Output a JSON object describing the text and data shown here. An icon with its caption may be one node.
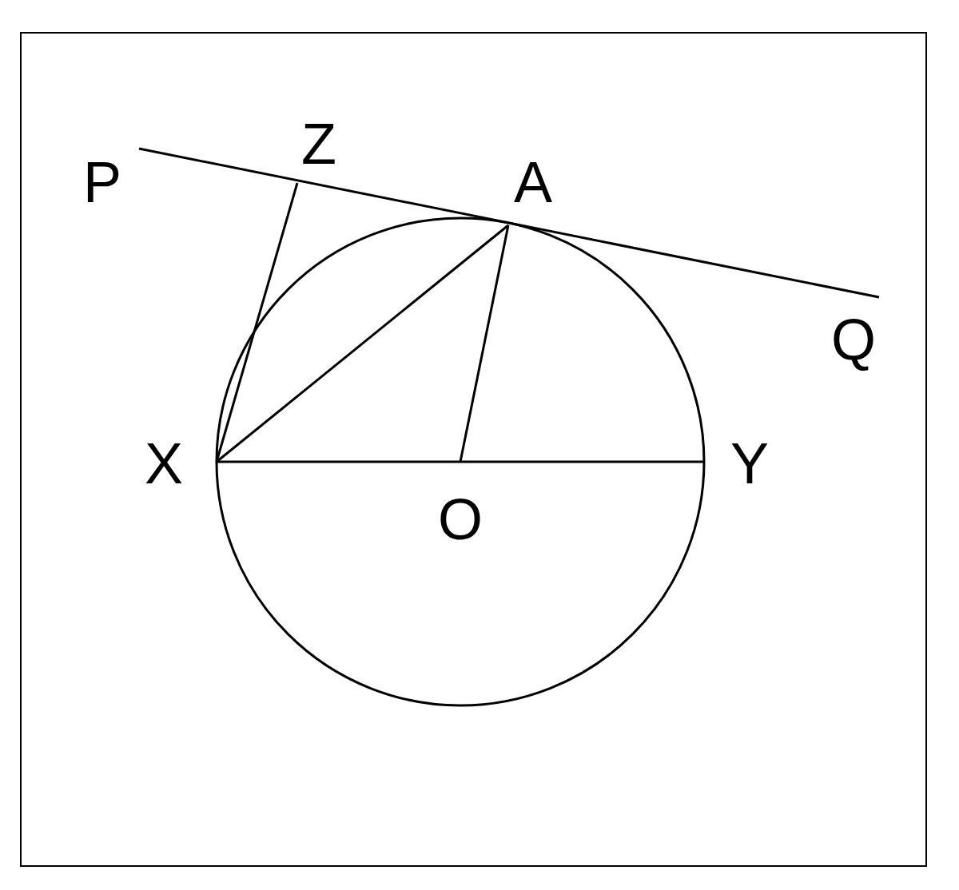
{
  "diagram": {
    "labels": [
      "P",
      "Z",
      "A",
      "Q",
      "X",
      "Y",
      "O"
    ]
  }
}
